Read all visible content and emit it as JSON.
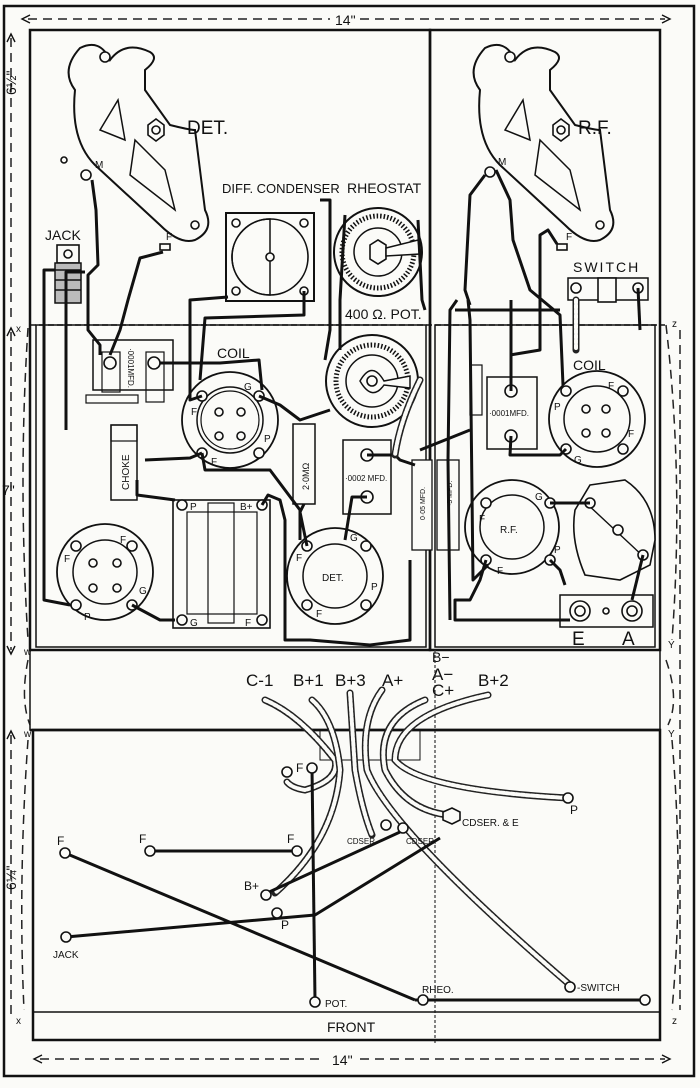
{
  "title": "Wiring diagram — baseboard layout and front panel",
  "dimensions": {
    "width_top": "14\"",
    "width_bottom": "14\"",
    "height_top_left": "6½\"",
    "height_mid_left": "7\"",
    "height_bottom_left": "6¼\""
  },
  "fold_markers": {
    "x_top": "x",
    "x_bottom": "x",
    "w_top": "w",
    "w_bottom": "w",
    "y_top": "Y",
    "y_bottom": "Y",
    "z_top": "z",
    "z_bottom": "z"
  },
  "panel_top": {
    "sections": {
      "det": "DET.",
      "rf": "R.F."
    },
    "components": {
      "jack": "JACK",
      "diff_condenser": "DIFF. CONDENSER",
      "rheostat": "RHEOSTAT",
      "pot": "400 Ω. POT.",
      "switch": "SWITCH",
      "coil_det": "COIL",
      "coil_rf": "COIL",
      "choke": "CHOKE",
      "grid_leak": "2·0MΩ",
      "cap_0001_det": "·0001MFD.",
      "cap_0001_rf": "·0001MFD.",
      "cap_0002": "·0002 MFD.",
      "cap_005": "0·05 MFD.",
      "cap_5": "·5 MFD.",
      "det_valve": "DET.",
      "rf_valve": "R.F.",
      "terminal_e": "E",
      "terminal_a": "A"
    },
    "pin_labels": {
      "m": "M",
      "f": "F",
      "g": "G",
      "p": "P",
      "bplus": "B+"
    }
  },
  "battery_leads": [
    {
      "label": "C-1"
    },
    {
      "label": "B+1"
    },
    {
      "label": "B+3"
    },
    {
      "label": "A+"
    },
    {
      "label": "B−"
    },
    {
      "label": "A−"
    },
    {
      "label": "C+"
    },
    {
      "label": "B+2"
    }
  ],
  "panel_bottom": {
    "labels": {
      "f": "F",
      "bplus": "B+",
      "p": "P",
      "jack": "JACK",
      "cdser1": "CDSER.",
      "cdser2": "CDSER.",
      "cdser_e": "CDSER. & E",
      "pot": "POT.",
      "rheo": "RHEO.",
      "switch": "-SWITCH",
      "front": "FRONT"
    }
  }
}
